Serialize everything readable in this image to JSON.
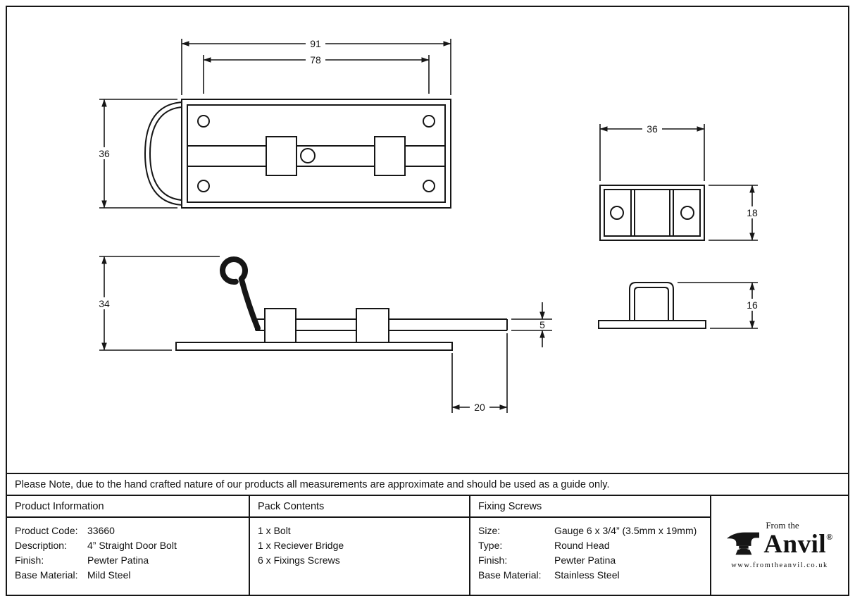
{
  "note": "Please Note, due to the hand crafted nature of our products all measurements are approximate and should be used as a guide only.",
  "dims": {
    "plate_length": "91",
    "screw_spacing": "78",
    "plate_height": "36",
    "side_height": "34",
    "rod_diameter": "5",
    "rod_throw": "20",
    "bridge_width": "36",
    "bridge_depth": "18",
    "bridge_height": "16"
  },
  "table": {
    "product_info": {
      "header": "Product Information",
      "rows": [
        {
          "label": "Product Code:",
          "value": "33660"
        },
        {
          "label": "Description:",
          "value": "4” Straight Door Bolt"
        },
        {
          "label": "Finish:",
          "value": "Pewter Patina"
        },
        {
          "label": "Base Material:",
          "value": "Mild Steel"
        }
      ]
    },
    "pack_contents": {
      "header": "Pack Contents",
      "items": [
        "1 x Bolt",
        "1 x Reciever Bridge",
        "6 x Fixings Screws"
      ]
    },
    "fixing_screws": {
      "header": "Fixing Screws",
      "rows": [
        {
          "label": "Size:",
          "value": "Gauge 6 x 3/4” (3.5mm x 19mm)"
        },
        {
          "label": "Type:",
          "value": "Round Head"
        },
        {
          "label": "Finish:",
          "value": "Pewter Patina"
        },
        {
          "label": "Base Material:",
          "value": "Stainless Steel"
        }
      ]
    }
  },
  "logo": {
    "tagline": "From the",
    "name": "Anvil",
    "registered": "®",
    "website": "www.fromtheanvil.co.uk"
  },
  "colors": {
    "line": "#161616",
    "background": "#ffffff"
  }
}
